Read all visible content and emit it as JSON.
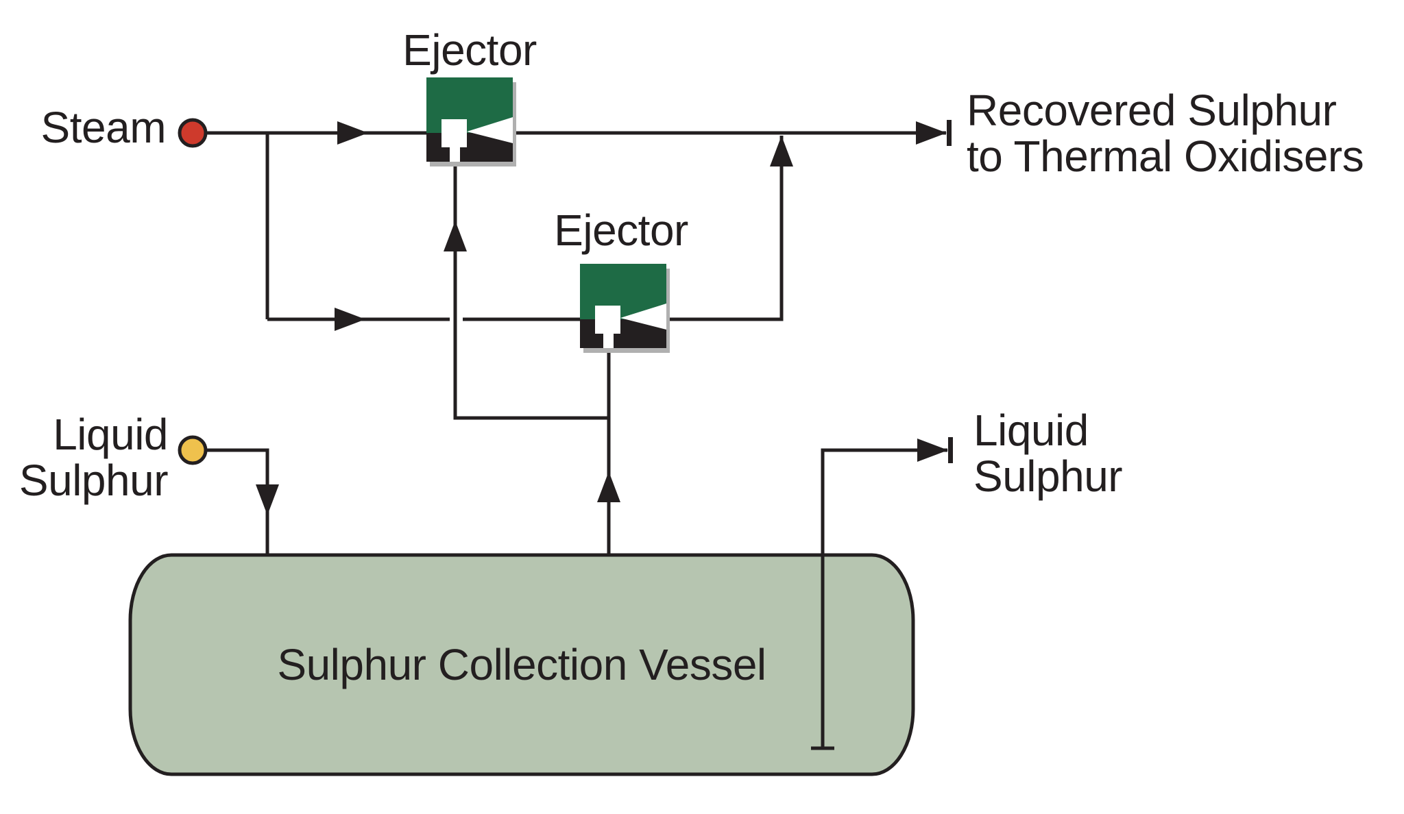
{
  "diagram": {
    "title": "Sulphur recovery ejector system process flow diagram",
    "labels": {
      "steam": "Steam",
      "ejector_top": "Ejector",
      "ejector_bottom": "Ejector",
      "recovered_line1": "Recovered Sulphur",
      "recovered_line2": "to Thermal Oxidisers",
      "liquid_in_line1": "Liquid",
      "liquid_in_line2": "Sulphur",
      "liquid_out_line1": "Liquid",
      "liquid_out_line2": "Sulphur",
      "vessel": "Sulphur Collection Vessel"
    },
    "icons": {
      "steam_marker": "red-dot-stream-source",
      "liquid_sulphur_marker": "yellow-dot-stream-source",
      "ejector_symbol": "ejector-venturi-icon",
      "arrowhead": "flow-direction-arrow",
      "terminal_bar": "battery-limit-bar"
    },
    "colors": {
      "line": "#231f20",
      "ejector_green": "#1e6b45",
      "ejector_black": "#231f20",
      "ejector_shadow": "#b0b0b0",
      "vessel_fill": "#b6c5b0",
      "steam_marker_fill": "#ce3a2c",
      "liquid_marker_fill": "#efc14d",
      "background": "#ffffff"
    }
  }
}
